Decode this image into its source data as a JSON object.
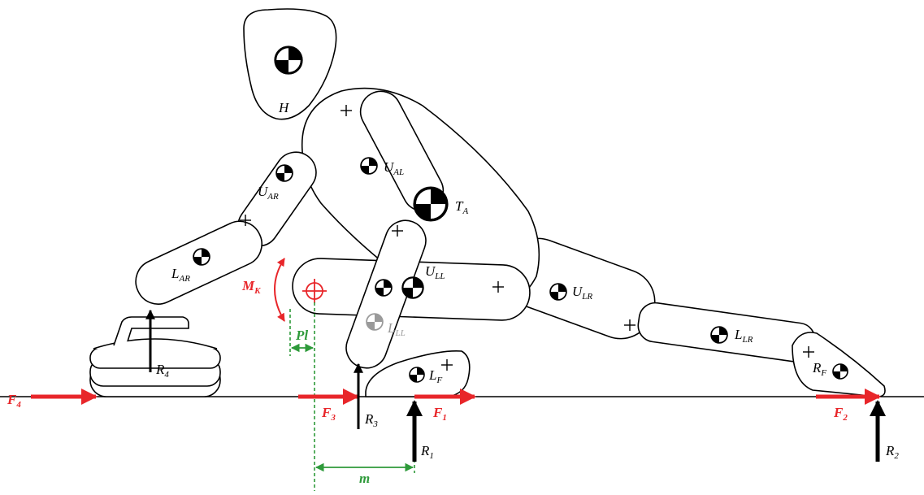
{
  "colors": {
    "force_red": "#e8262a",
    "dimension_green": "#2e9a3a",
    "reaction_black": "#000000",
    "grey_marker": "#9a9a9a"
  },
  "segments": {
    "head": {
      "base": "H",
      "sub": ""
    },
    "torso": {
      "base": "T",
      "sub": "A"
    },
    "upper_arm_left": {
      "base": "U",
      "sub": "AL"
    },
    "upper_arm_right": {
      "base": "U",
      "sub": "AR"
    },
    "lower_arm_right": {
      "base": "L",
      "sub": "AR"
    },
    "upper_leg_left": {
      "base": "U",
      "sub": "LL"
    },
    "lower_leg_left": {
      "base": "L",
      "sub": "LL"
    },
    "upper_leg_right": {
      "base": "U",
      "sub": "LR"
    },
    "lower_leg_right": {
      "base": "L",
      "sub": "LR"
    },
    "foot_left": {
      "base": "L",
      "sub": "F"
    },
    "foot_right": {
      "base": "R",
      "sub": "F"
    }
  },
  "forces": {
    "F1": {
      "base": "F",
      "sub": "1"
    },
    "F2": {
      "base": "F",
      "sub": "2"
    },
    "F3": {
      "base": "F",
      "sub": "3"
    },
    "F4": {
      "base": "F",
      "sub": "4"
    }
  },
  "reactions": {
    "R1": {
      "base": "R",
      "sub": "1"
    },
    "R2": {
      "base": "R",
      "sub": "2"
    },
    "R3": {
      "base": "R",
      "sub": "3"
    },
    "R4": {
      "base": "R",
      "sub": "4"
    }
  },
  "moment": {
    "base": "M",
    "sub": "K"
  },
  "dimensions": {
    "pl": "Pl",
    "m": "m"
  },
  "icons": [
    "center-of-mass-icon",
    "plus-marker-icon",
    "target-crosshair-icon",
    "curling-stone-icon"
  ]
}
